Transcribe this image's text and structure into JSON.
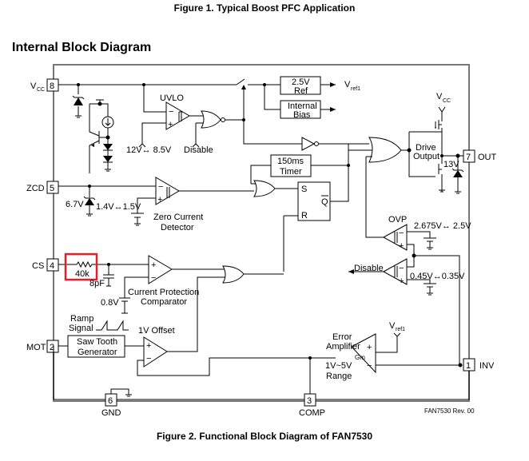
{
  "captions": {
    "figure1": "Figure 1. Typical Boost PFC Application",
    "section_heading": "Internal Block Diagram",
    "figure2": "Figure 2. Functional Block Diagram of FAN7530"
  },
  "pins": [
    {
      "number": "8",
      "name": "VCC",
      "name_main": "V",
      "name_sub": "CC"
    },
    {
      "number": "5",
      "name": "ZCD"
    },
    {
      "number": "4",
      "name": "CS"
    },
    {
      "number": "2",
      "name": "MOT"
    },
    {
      "number": "6",
      "name": "GND"
    },
    {
      "number": "3",
      "name": "COMP"
    },
    {
      "number": "1",
      "name": "INV"
    },
    {
      "number": "7",
      "name": "OUT"
    }
  ],
  "blocks": {
    "ref": {
      "line1": "2.5V",
      "line2": "Ref"
    },
    "bias": {
      "line1": "Internal",
      "line2": "Bias"
    },
    "vref1": {
      "main": "V",
      "sub": "ref1"
    },
    "uvlo": {
      "label": "UVLO",
      "threshold": "12V↔ 8.5V",
      "disable": "Disable"
    },
    "timer": {
      "line1": "150ms",
      "line2": "Timer"
    },
    "sr_latch": {
      "s": "S",
      "r": "R",
      "qbar": "Q"
    },
    "drive": {
      "line1": "Drive",
      "line2": "Output"
    },
    "vcc_supply": {
      "main": "V",
      "sub": "CC"
    },
    "zener_out": "13V",
    "zcd": {
      "zener": "6.7V",
      "threshold": "1.4V↔1.5V",
      "line1": "Zero Current",
      "line2": "Detector"
    },
    "cs": {
      "resistor": "40k",
      "cap": "8pF",
      "ref": "0.8V",
      "line1": "Current Protection",
      "line2": "Comparator"
    },
    "ovp": {
      "label": "OVP",
      "threshold": "2.675V↔ 2.5V"
    },
    "disable_comp": {
      "label": "Disable",
      "threshold": "0.45V↔0.35V"
    },
    "ramp": {
      "line1": "Ramp",
      "line2": "Signal",
      "offset": "1V Offset"
    },
    "sawtooth": {
      "line1": "Saw Tooth",
      "line2": "Generator"
    },
    "error_amp": {
      "line1": "Error",
      "line2": "Amplifier",
      "gm": "Gm",
      "range1": "1V~5V",
      "range2": "Range",
      "vref_main": "V",
      "vref_sub": "ref1"
    },
    "revision": "FAN7530 Rev. 00"
  },
  "symbols": {
    "plus": "+",
    "minus": "−"
  },
  "highlight": {
    "target": "40k resistor",
    "color": "#e0202a"
  }
}
